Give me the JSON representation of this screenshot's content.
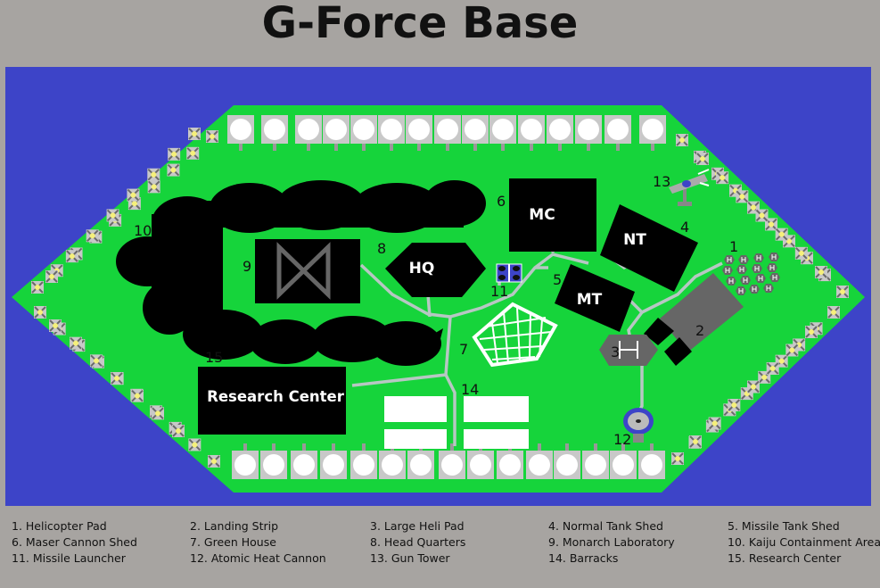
{
  "title": "G-Force Base",
  "colors": {
    "water": "#3d44c8",
    "ground": "#16d43b",
    "building": "#000000",
    "path": "#b7c7c3",
    "background": "#a7a4a1"
  },
  "buildings": {
    "hq": "HQ",
    "mc": "MC",
    "nt": "NT",
    "mt": "MT",
    "research": "Research Center"
  },
  "markers": [
    "1",
    "2",
    "3",
    "4",
    "5",
    "6",
    "7",
    "8",
    "9",
    "10",
    "11",
    "12",
    "13",
    "14",
    "15"
  ],
  "legend": [
    [
      "1. Helicopter Pad",
      "6. Maser Cannon Shed",
      "11. Missile Launcher"
    ],
    [
      "2. Landing Strip",
      "7. Green House",
      "12. Atomic Heat Cannon"
    ],
    [
      "3. Large Heli Pad",
      "8. Head Quarters",
      "13.  Gun Tower"
    ],
    [
      "4. Normal Tank Shed",
      "9.  Monarch Laboratory",
      "14. Barracks"
    ],
    [
      "5. Missile Tank Shed",
      "10. Kaiju Containment Area",
      "15. Research Center"
    ]
  ]
}
